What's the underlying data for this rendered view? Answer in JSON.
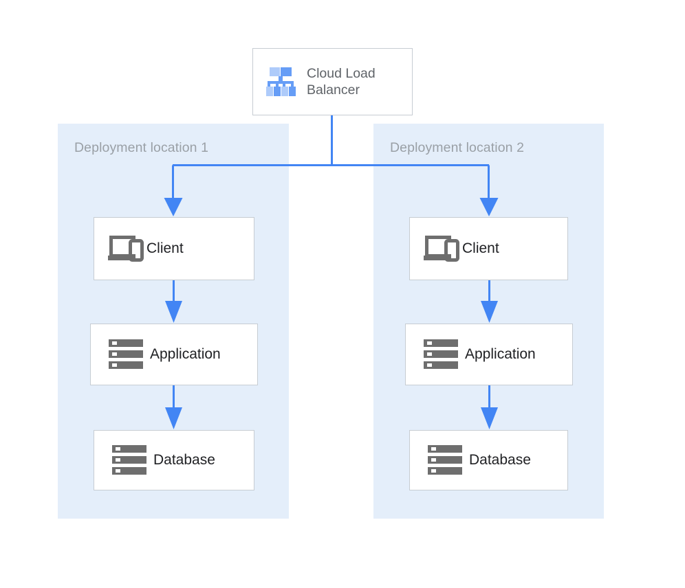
{
  "diagram": {
    "title_node": {
      "label": "Cloud Load Balancer",
      "icon": "load-balancer-hierarchy-icon"
    },
    "zones": [
      {
        "label": "Deployment location 1"
      },
      {
        "label": "Deployment location 2"
      }
    ],
    "nodes": {
      "client": {
        "label": "Client",
        "icon": "laptop-and-phone-icon"
      },
      "application": {
        "label": "Application",
        "icon": "server-rack-icon"
      },
      "database": {
        "label": "Database",
        "icon": "server-rack-icon"
      }
    },
    "colors": {
      "zone_background": "#e4eefa",
      "connector_blue": "#4285f4",
      "icon_gray": "#6e6e6e",
      "node_border": "#c6ccd2",
      "node_label": "#202124",
      "muted_label": "#9aa0a6",
      "lb_label": "#5f6368",
      "icon_blue_dark": "#669df6",
      "icon_blue_light": "#aecbfa",
      "page_background": "#ffffff"
    }
  }
}
